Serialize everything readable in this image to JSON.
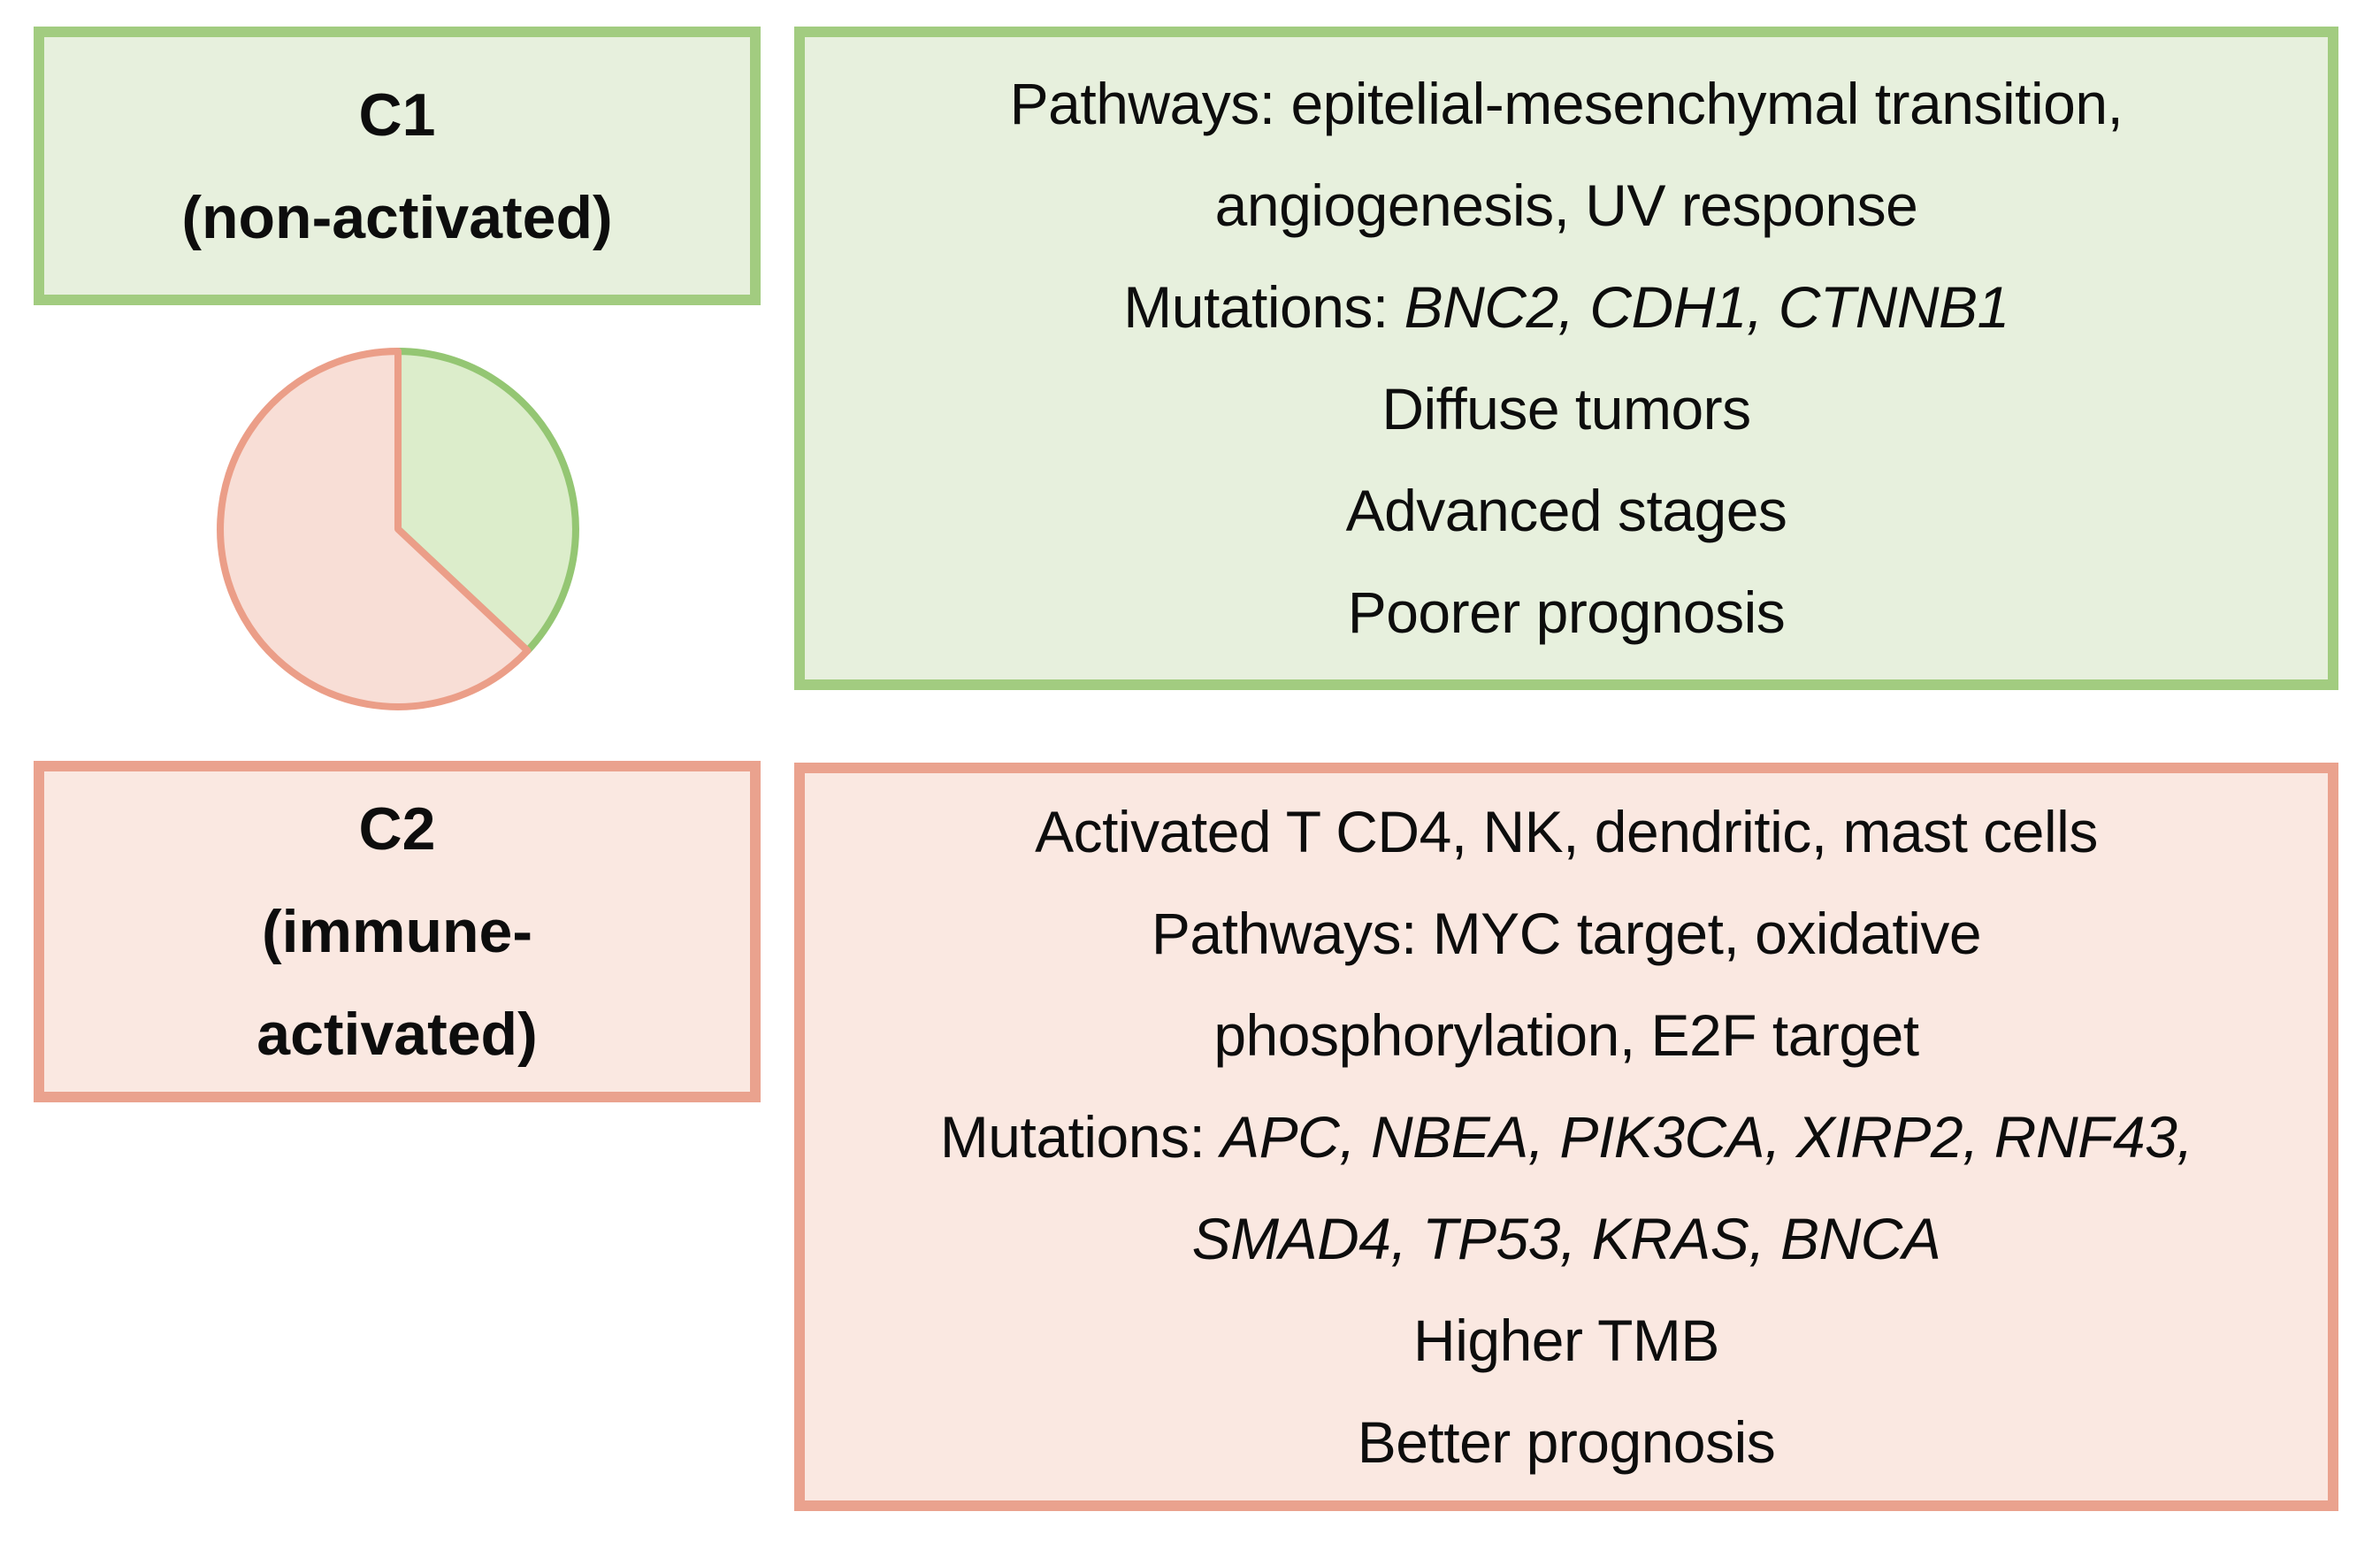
{
  "colors": {
    "text": "#0d0d0d",
    "green_fill": "#e7f0dd",
    "green_border": "#a2cc80",
    "pink_fill": "#fae8e1",
    "pink_border": "#eaa28e",
    "pie_green_fill": "#dcedcb",
    "pie_green_stroke": "#94c673",
    "pie_pink_fill": "#f8ded6",
    "pie_pink_stroke": "#eb9e88"
  },
  "c1": {
    "label_lines": [
      [
        {
          "t": "C1"
        }
      ],
      [
        {
          "t": "(non-activated)"
        }
      ]
    ],
    "info_lines": [
      [
        {
          "t": "Pathways: epitelial-mesenchymal transition,"
        }
      ],
      [
        {
          "t": "angiogenesis, UV response"
        }
      ],
      [
        {
          "t": "Mutations: "
        },
        {
          "t": "BNC2, CDH1, CTNNB1",
          "i": true
        }
      ],
      [
        {
          "t": "Diffuse tumors"
        }
      ],
      [
        {
          "t": "Advanced stages"
        }
      ],
      [
        {
          "t": "Poorer prognosis"
        }
      ]
    ]
  },
  "c2": {
    "label_lines": [
      [
        {
          "t": "C2"
        }
      ],
      [
        {
          "t": "(immune-"
        }
      ],
      [
        {
          "t": "activated)"
        }
      ]
    ],
    "info_lines": [
      [
        {
          "t": "Activated T CD4, NK, dendritic, mast cells"
        }
      ],
      [
        {
          "t": "Pathways: MYC target, oxidative"
        }
      ],
      [
        {
          "t": "phosphorylation, E2F target"
        }
      ],
      [
        {
          "t": "Mutations: "
        },
        {
          "t": "APC, NBEA, PIK3CA, XIRP2, RNF43,",
          "i": true
        }
      ],
      [
        {
          "t": "SMAD4, TP53, KRAS, BNCA",
          "i": true
        }
      ],
      [
        {
          "t": "Higher TMB"
        }
      ],
      [
        {
          "t": "Better prognosis"
        }
      ]
    ]
  },
  "chart_data": {
    "type": "pie",
    "title": "",
    "start_angle_deg": 0,
    "direction": "clockwise",
    "legend_position": "none",
    "slices": [
      {
        "id": "pie-slice-c1",
        "label": "C1 (non-activated)",
        "fraction": 0.37,
        "fill": "#dcedcb",
        "stroke": "#94c673"
      },
      {
        "id": "pie-slice-c2",
        "label": "C2 (immune-activated)",
        "fraction": 0.63,
        "fill": "#f8ded6",
        "stroke": "#eb9e88"
      }
    ]
  }
}
